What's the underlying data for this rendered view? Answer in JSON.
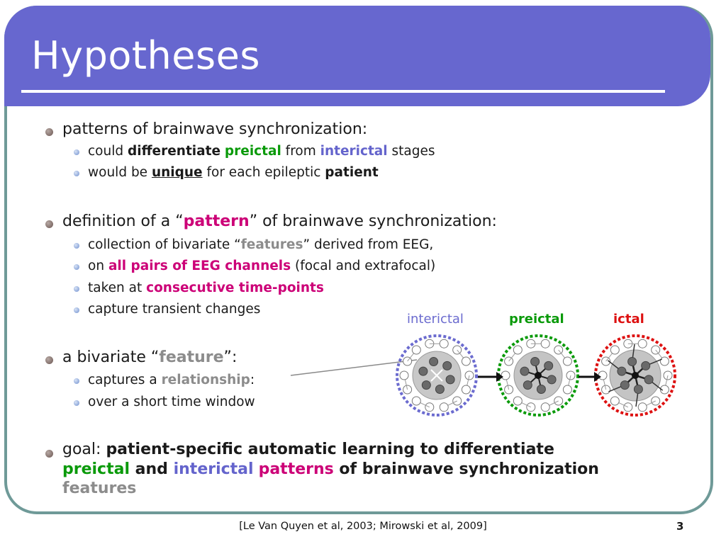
{
  "title": "Hypotheses",
  "bullets": [
    {
      "text": "patterns of brainwave synchronization:"
    },
    {
      "parts": [
        "could ",
        "differentiate",
        " ",
        "preictal",
        " from ",
        "interictal",
        " stages"
      ]
    },
    {
      "parts": [
        "would be ",
        "unique",
        " for each epileptic ",
        "patient"
      ]
    },
    {
      "parts": [
        "definition of a “",
        "pattern",
        "” of brainwave synchronization:"
      ]
    },
    {
      "parts": [
        "collection of bivariate “",
        "features",
        "” derived from EEG,"
      ]
    },
    {
      "parts": [
        "on ",
        "all pairs of EEG channels",
        " (focal and extrafocal)"
      ]
    },
    {
      "parts": [
        "taken at ",
        "consecutive time-points"
      ]
    },
    {
      "text": "capture transient changes"
    },
    {
      "parts": [
        "a bivariate “",
        "feature",
        "”:"
      ]
    },
    {
      "parts": [
        "captures a ",
        "relationship",
        ":"
      ]
    },
    {
      "text": "over a short time window"
    },
    {
      "parts": [
        "goal: ",
        "patient-specific automatic learning to differentiate"
      ]
    },
    {
      "parts": [
        "preictal",
        " and ",
        "interictal",
        " ",
        "patterns",
        " of brainwave synchronization"
      ]
    },
    {
      "text": "features"
    }
  ],
  "diagram": {
    "labels": {
      "interictal": "interictal",
      "preictal": "preictal",
      "ictal": "ictal"
    },
    "colors": {
      "interictal": "#6b6bcf",
      "preictal": "#0a9a0a",
      "ictal": "#dd1111"
    }
  },
  "footer": {
    "citation": "[Le Van Quyen et al, 2003; Mirowski et al, 2009]",
    "slide_number": "3"
  }
}
